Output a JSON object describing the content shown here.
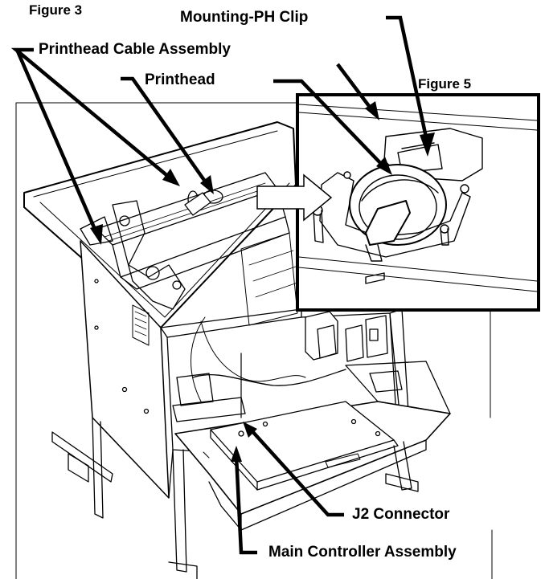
{
  "figure_labels": {
    "fig3": "Figure 3",
    "fig5": "Figure 5"
  },
  "callouts": {
    "mounting_clip": "Mounting-PH Clip",
    "cable_assembly": "Printhead Cable Assembly",
    "printhead": "Printhead",
    "j2_connector": "J2 Connector",
    "main_controller": "Main Controller Assembly"
  },
  "colors": {
    "ink": "#000000",
    "paper": "#ffffff",
    "panel": "#f2f2f2"
  }
}
